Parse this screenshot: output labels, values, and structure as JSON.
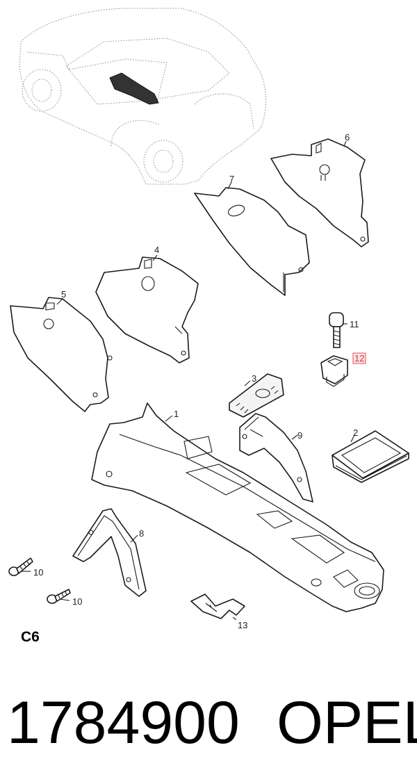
{
  "diagram": {
    "code": "C6",
    "highlight_color": "#e0525f",
    "callouts": {
      "p1": "1",
      "p2": "2",
      "p3": "3",
      "p4": "4",
      "p5": "5",
      "p6": "6",
      "p7": "7",
      "p8": "8",
      "p9": "9",
      "p10a": "10",
      "p10b": "10",
      "p11": "11",
      "p12": "12",
      "p13": "13"
    },
    "highlighted_callout": "12"
  },
  "footer": {
    "part_number": "1784900",
    "brand": "OPEL"
  }
}
